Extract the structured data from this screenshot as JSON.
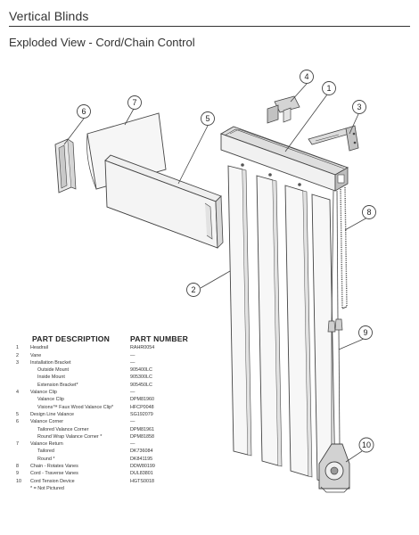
{
  "header": {
    "title": "Vertical Blinds",
    "subtitle": "Exploded View - Cord/Chain Control"
  },
  "callouts": [
    "1",
    "2",
    "3",
    "4",
    "5",
    "6",
    "7",
    "8",
    "9",
    "10"
  ],
  "parts_table": {
    "col_description": "PART DESCRIPTION",
    "col_part_number": "PART NUMBER",
    "rows": [
      {
        "num": "1",
        "desc": "Headrail",
        "pn": "RAHR0054",
        "indent": 0
      },
      {
        "num": "2",
        "desc": "Vane",
        "pn": "—",
        "indent": 0
      },
      {
        "num": "3",
        "desc": "Installation Bracket",
        "pn": "—",
        "indent": 0
      },
      {
        "num": "",
        "desc": "Outside Mount",
        "pn": "905400LC",
        "indent": 1
      },
      {
        "num": "",
        "desc": "Inside Mount",
        "pn": "905300LC",
        "indent": 1
      },
      {
        "num": "",
        "desc": "Extension Bracket*",
        "pn": "905450LC",
        "indent": 1
      },
      {
        "num": "4",
        "desc": "Valance Clip",
        "pn": "—",
        "indent": 0
      },
      {
        "num": "",
        "desc": "Valance Clip",
        "pn": "DPM81960",
        "indent": 1
      },
      {
        "num": "",
        "desc": "Visions™ Faux Wood Valance Clip*",
        "pn": "HFCP0048",
        "indent": 1
      },
      {
        "num": "5",
        "desc": "Design Line Valance",
        "pn": "SG192079",
        "indent": 0
      },
      {
        "num": "6",
        "desc": "Valance Corner",
        "pn": "—",
        "indent": 0
      },
      {
        "num": "",
        "desc": "Tailored Valance Corner",
        "pn": "DPM81961",
        "indent": 1
      },
      {
        "num": "",
        "desc": "Round Wrap Valance Corner *",
        "pn": "DPM81858",
        "indent": 1
      },
      {
        "num": "7",
        "desc": "Valance Return",
        "pn": "—",
        "indent": 0
      },
      {
        "num": "",
        "desc": "Tailored",
        "pn": "DK736084",
        "indent": 1
      },
      {
        "num": "",
        "desc": "Round *",
        "pn": "DK841195",
        "indent": 1
      },
      {
        "num": "8",
        "desc": "Chain - Rotates Vanes",
        "pn": "DDW80199",
        "indent": 0
      },
      {
        "num": "9",
        "desc": "Cord - Traverse Vanes",
        "pn": "DUL83801",
        "indent": 0
      },
      {
        "num": "10",
        "desc": "Cord Tension Device",
        "pn": "HGTS0018",
        "indent": 0
      }
    ],
    "footnote": "* = Not Pictured"
  },
  "colors": {
    "line": "#444444",
    "fill_light": "#f4f4f4",
    "fill_mid": "#dcdcdc",
    "fill_dark": "#b5b5b5"
  }
}
